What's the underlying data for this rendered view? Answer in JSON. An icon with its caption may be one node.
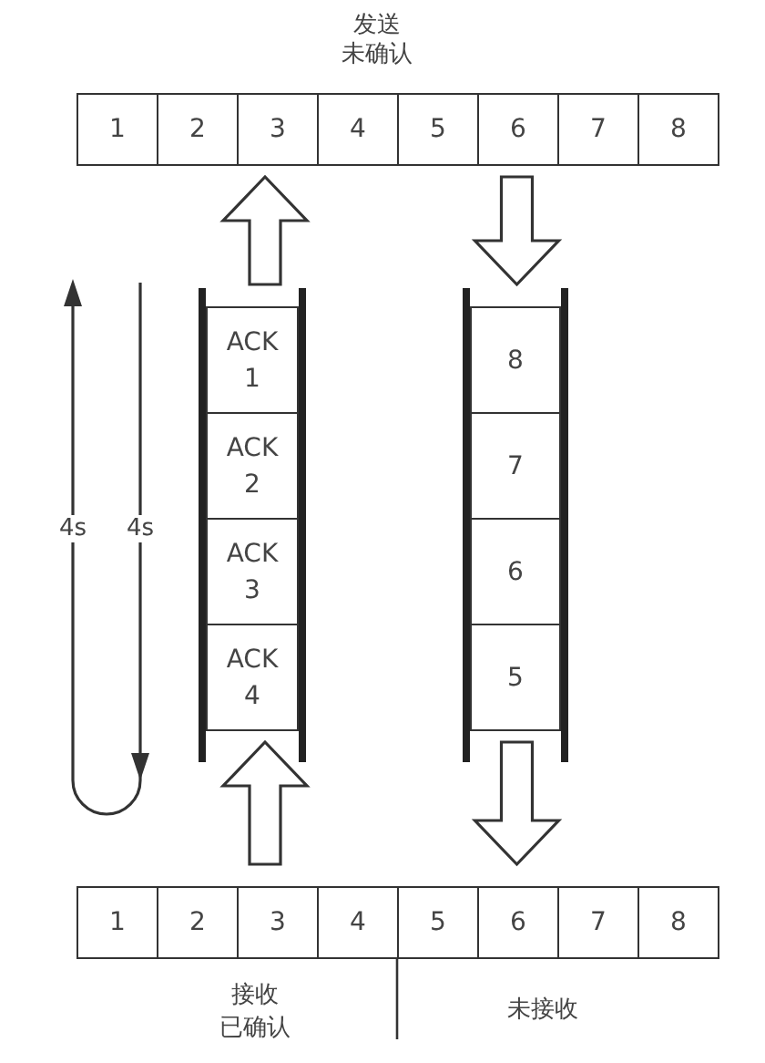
{
  "diagram": {
    "nodes": [
      {
        "text": [
          "1"
        ]
      },
      {
        "text": [
          "2"
        ]
      },
      {
        "text": [
          "3"
        ]
      },
      {
        "text": [
          "4"
        ]
      },
      {
        "text": [
          "5"
        ]
      },
      {
        "text": [
          "6"
        ]
      },
      {
        "text": [
          "7"
        ]
      },
      {
        "text": [
          "8"
        ]
      },
      {
        "text": [
          "ACK 1"
        ]
      },
      {
        "text": [
          "ACK 2"
        ]
      },
      {
        "text": [
          "ACK 3"
        ]
      },
      {
        "text": [
          "ACK 4"
        ]
      },
      {
        "text": [
          "8"
        ]
      },
      {
        "text": [
          "7"
        ]
      },
      {
        "text": [
          "6"
        ]
      },
      {
        "text": [
          "5"
        ]
      },
      {
        "text": [
          "1"
        ]
      },
      {
        "text": [
          "2"
        ]
      },
      {
        "text": [
          "3"
        ]
      },
      {
        "text": [
          "4"
        ]
      },
      {
        "text": [
          "5"
        ]
      },
      {
        "text": [
          "6"
        ]
      },
      {
        "text": [
          "7"
        ]
      },
      {
        "text": [
          "8"
        ]
      }
    ],
    "edges": [
      {
        "from": 8,
        "to": 2,
        "arrow": "to"
      },
      {
        "from": 5,
        "to": 12,
        "arrow": "to"
      },
      {
        "from": 18,
        "to": 11,
        "arrow": "to"
      },
      {
        "from": 15,
        "to": 21,
        "arrow": "to"
      }
    ],
    "labels": [
      "发送",
      "未确认",
      "4s",
      "4s",
      "接收",
      "已确认",
      "未接收"
    ]
  }
}
